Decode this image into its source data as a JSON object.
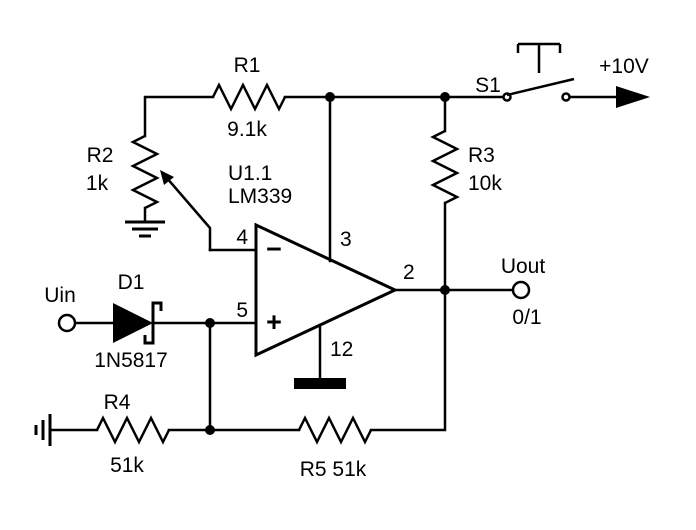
{
  "labels": {
    "r1_name": "R1",
    "r1_value": "9.1k",
    "r2_name": "R2",
    "r2_value": "1k",
    "r3_name": "R3",
    "r3_value": "10k",
    "r4_name": "R4",
    "r4_value": "51k",
    "r5_name_value": "R5 51k",
    "opamp_designator": "U1.1",
    "opamp_part": "LM339",
    "pin_inverting": "4",
    "pin_noninverting": "5",
    "pin_supply": "3",
    "pin_output": "2",
    "pin_ground": "12",
    "minus_sign": "−",
    "plus_sign": "+",
    "diode_name": "D1",
    "diode_part": "1N5817",
    "switch_name": "S1",
    "supply_voltage": "+10V",
    "input_label": "Uin",
    "output_label": "Uout",
    "output_levels": "0/1"
  },
  "colors": {
    "ink": "#000000",
    "background": "#ffffff"
  }
}
